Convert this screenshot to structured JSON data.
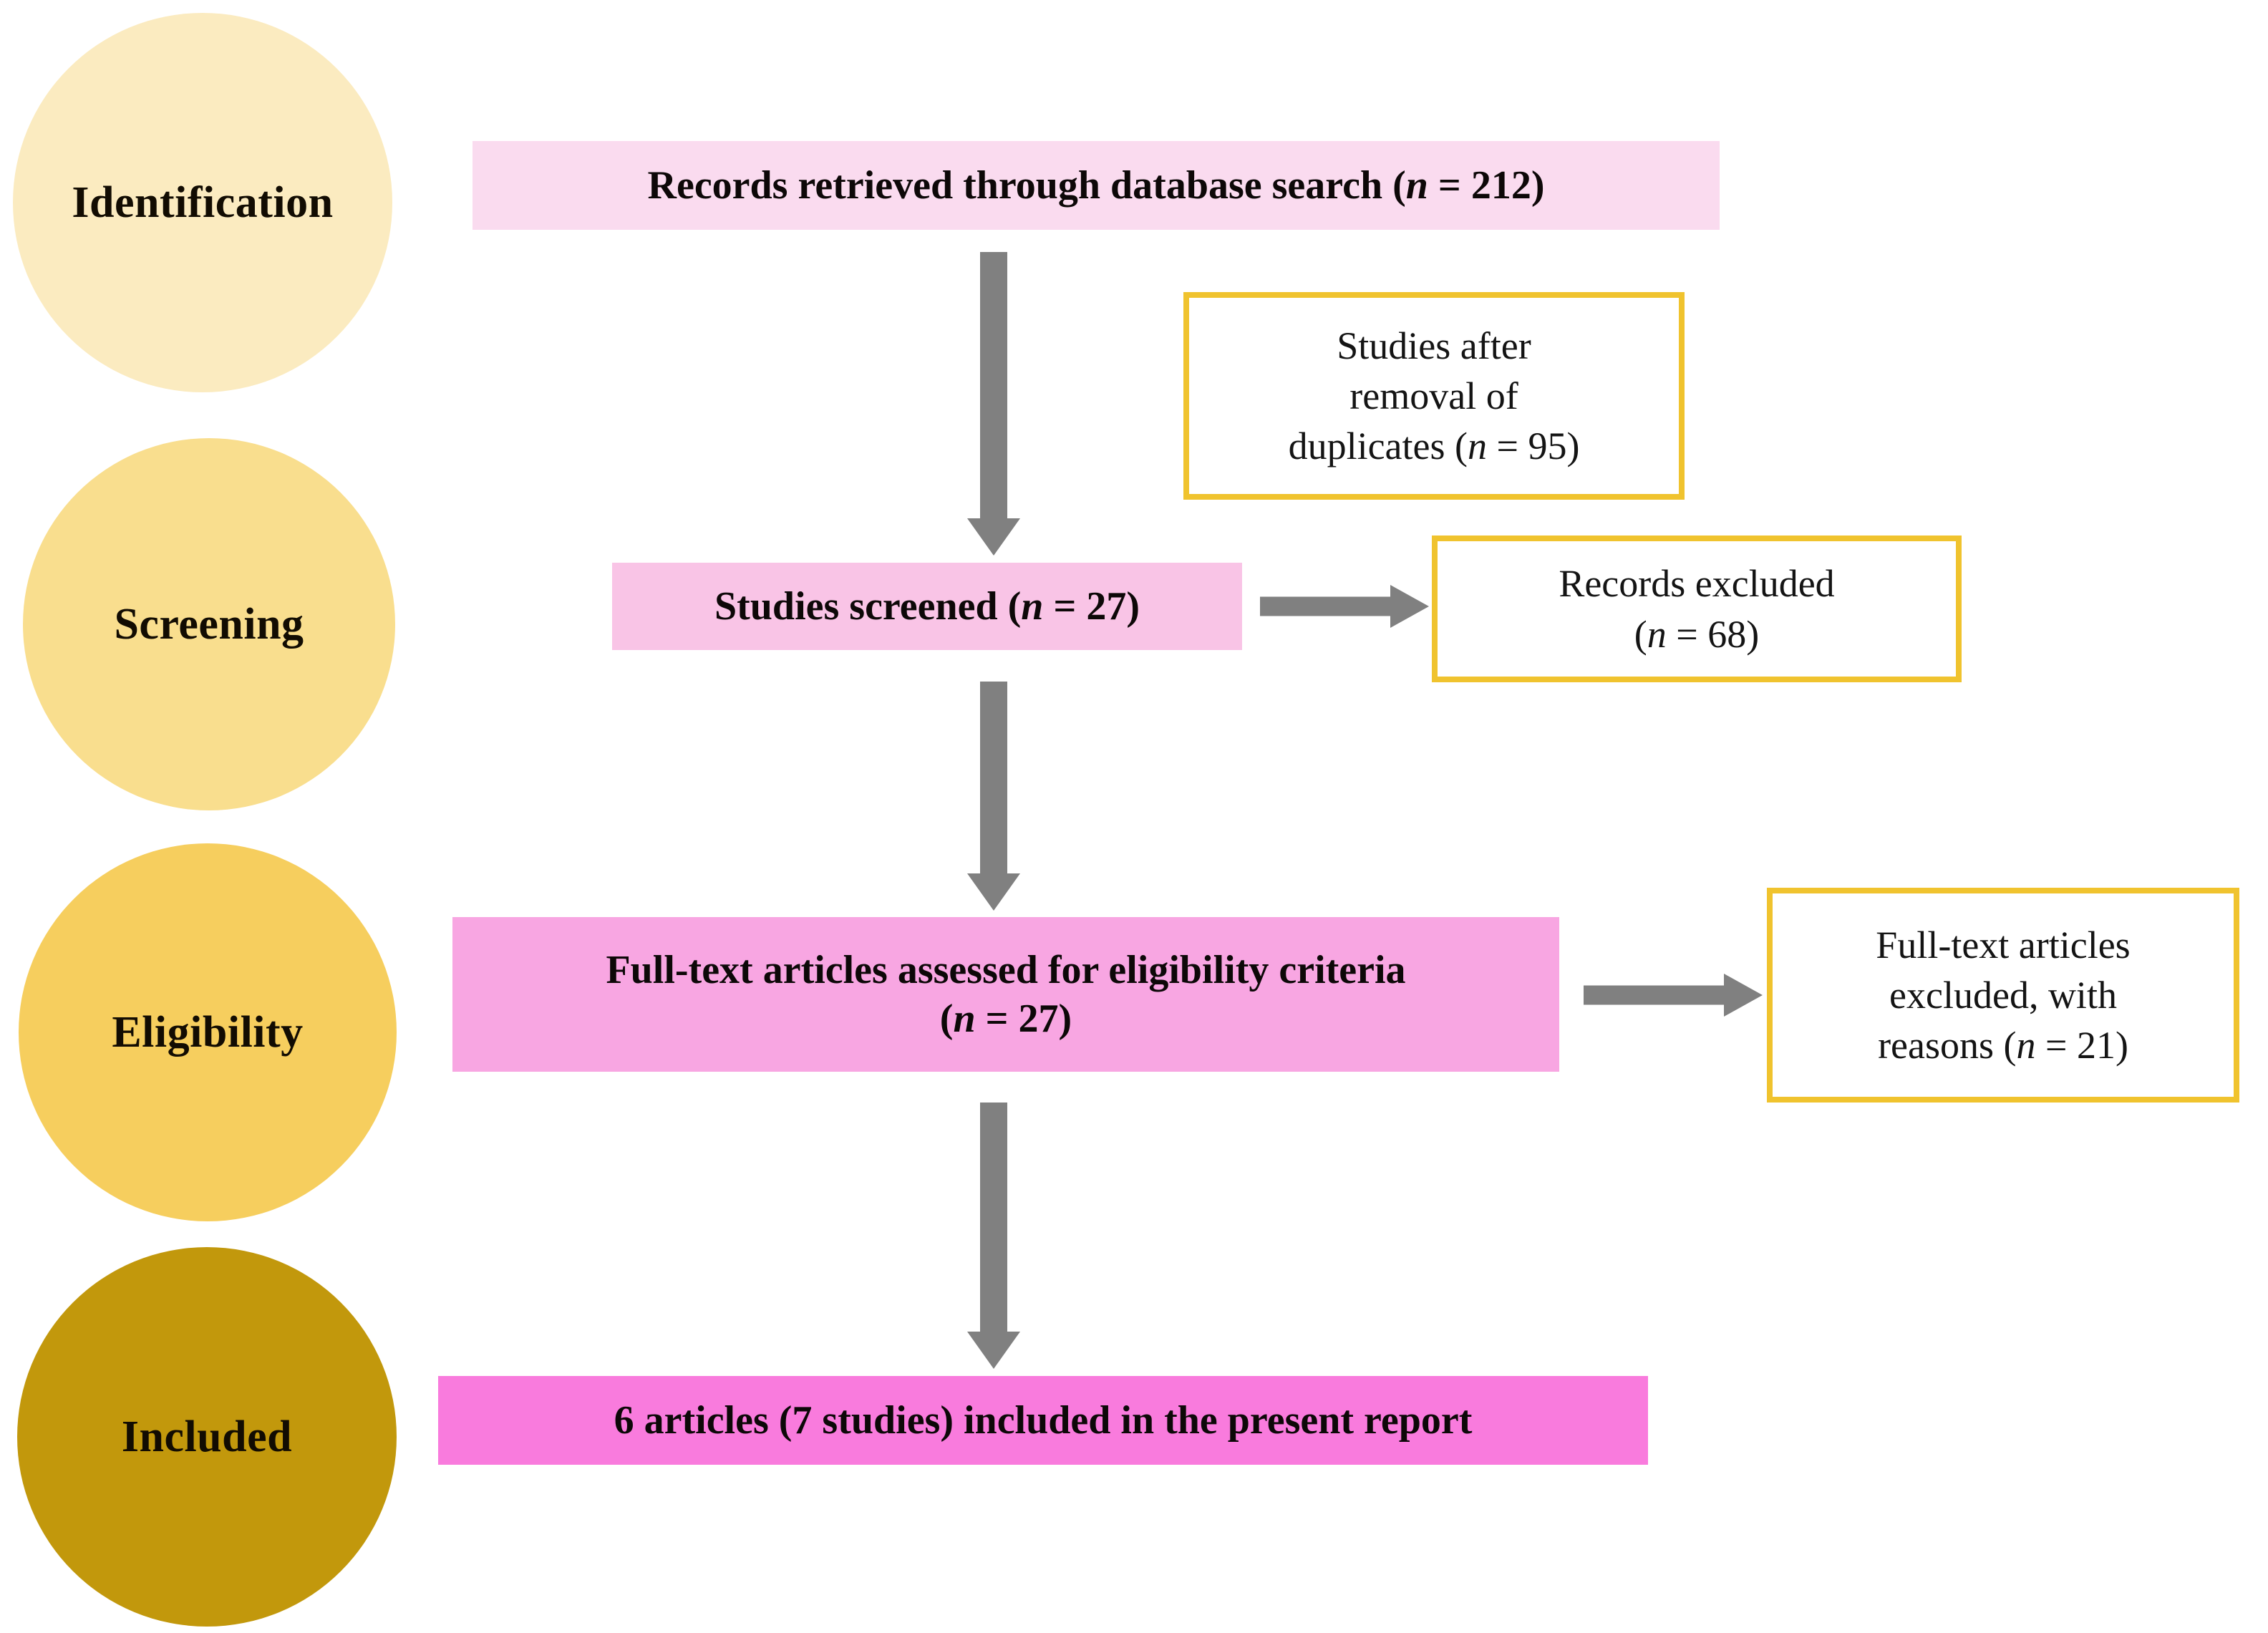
{
  "diagram": {
    "type": "prisma-flow-diagram",
    "title": "PRISMA study selection flow diagram",
    "colors": {
      "arrow": "#808080",
      "side_box_border": "#F0C32E",
      "background": "#FFFFFF"
    },
    "stages": [
      {
        "id": "identification",
        "label": "Identification",
        "color": "#FBEBC0"
      },
      {
        "id": "screening",
        "label": "Screening",
        "color": "#F9DE8E"
      },
      {
        "id": "eligibility",
        "label": "Eligibility",
        "color": "#F6CE5E"
      },
      {
        "id": "included",
        "label": "Included",
        "color": "#C2980C"
      }
    ],
    "main_boxes": [
      {
        "id": "records-retrieved",
        "stage": "identification",
        "color": "#FADBEF",
        "line1_prefix": "Records retrieved through database search (",
        "n_symbol": "n",
        "line1_suffix": " = 212)",
        "full_text": "Records retrieved through database search (n = 212)",
        "count": 212
      },
      {
        "id": "studies-screened",
        "stage": "screening",
        "color": "#F9C4E6",
        "line1_prefix": "Studies screened (",
        "n_symbol": "n",
        "line1_suffix": " = 27)",
        "full_text": "Studies screened (n = 27)",
        "count": 27
      },
      {
        "id": "full-text-assessed",
        "stage": "eligibility",
        "color": "#F8A6E2",
        "line1_prefix": "Full-text articles assessed for eligibility criteria",
        "n_symbol": "n",
        "line2_prefix": "(",
        "line2_suffix": " = 27)",
        "full_text": "Full-text articles assessed for eligibility criteria (n = 27)",
        "count": 27
      },
      {
        "id": "articles-included",
        "stage": "included",
        "color": "#F97BDD",
        "line1_prefix": "6 articles (7 studies) included in the present report",
        "full_text": "6 articles (7 studies) included in the present report",
        "articles": 6,
        "studies": 7
      }
    ],
    "side_boxes": [
      {
        "id": "studies-after-duplicates",
        "line1": "Studies after",
        "line2": "removal of",
        "line3_prefix": "duplicates (",
        "n_symbol": "n",
        "line3_suffix": " = 95)",
        "full_text": "Studies after removal of duplicates (n = 95)",
        "count": 95
      },
      {
        "id": "records-excluded",
        "line1": "Records excluded",
        "line2_prefix": "(",
        "n_symbol": "n",
        "line2_suffix": " = 68)",
        "full_text": "Records excluded (n = 68)",
        "count": 68
      },
      {
        "id": "full-text-excluded",
        "line1": "Full-text articles",
        "line2": "excluded, with",
        "line3_prefix": "reasons (",
        "n_symbol": "n",
        "line3_suffix": " = 21)",
        "full_text": "Full-text articles excluded, with reasons (n = 21)",
        "count": 21
      }
    ]
  }
}
